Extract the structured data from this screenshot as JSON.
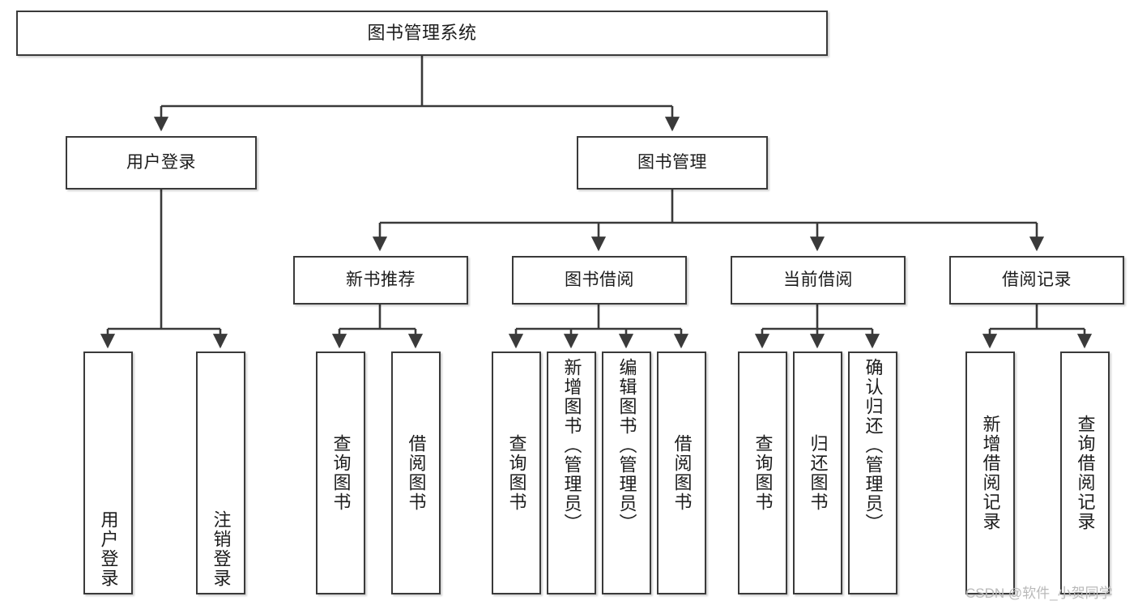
{
  "diagram": {
    "type": "tree",
    "title": "图书管理系统",
    "orientation": "top-down",
    "style": {
      "box_border_color": "#3a3a3a",
      "box_fill_color": "#ffffff",
      "connector_color": "#3a3a3a",
      "text_color": "#1c1c1c",
      "background": "#ffffff"
    },
    "nodes": {
      "root": {
        "label": "图书管理系统"
      },
      "level2": [
        {
          "id": "user-login",
          "label": "用户登录"
        },
        {
          "id": "book-management",
          "label": "图书管理"
        }
      ],
      "level3": [
        {
          "id": "new-book-recommend",
          "label": "新书推荐",
          "parent": "book-management"
        },
        {
          "id": "book-borrow",
          "label": "图书借阅",
          "parent": "book-management"
        },
        {
          "id": "current-borrow",
          "label": "当前借阅",
          "parent": "book-management"
        },
        {
          "id": "borrow-record",
          "label": "借阅记录",
          "parent": "book-management"
        }
      ],
      "leaves": [
        {
          "id": "leaf-user-login",
          "label": "用户登录",
          "parent": "user-login"
        },
        {
          "id": "leaf-logout",
          "label": "注销登录",
          "parent": "user-login"
        },
        {
          "id": "leaf-query-book-1",
          "label": "查询图书",
          "parent": "new-book-recommend"
        },
        {
          "id": "leaf-borrow-book-1",
          "label": "借阅图书",
          "parent": "new-book-recommend"
        },
        {
          "id": "leaf-query-book-2",
          "label": "查询图书",
          "parent": "book-borrow"
        },
        {
          "id": "leaf-add-book",
          "label": "新增图书（管理员）",
          "parent": "book-borrow"
        },
        {
          "id": "leaf-edit-book",
          "label": "编辑图书（管理员）",
          "parent": "book-borrow"
        },
        {
          "id": "leaf-borrow-book-2",
          "label": "借阅图书",
          "parent": "book-borrow"
        },
        {
          "id": "leaf-query-book-3",
          "label": "查询图书",
          "parent": "current-borrow"
        },
        {
          "id": "leaf-return-book",
          "label": "归还图书",
          "parent": "current-borrow"
        },
        {
          "id": "leaf-confirm-return",
          "label": "确认归还（管理员）",
          "parent": "current-borrow"
        },
        {
          "id": "leaf-add-record",
          "label": "新增借阅记录",
          "parent": "borrow-record"
        },
        {
          "id": "leaf-query-record",
          "label": "查询借阅记录",
          "parent": "borrow-record"
        }
      ]
    }
  },
  "watermark": {
    "text": "CSDN @软件_小贺同学"
  }
}
